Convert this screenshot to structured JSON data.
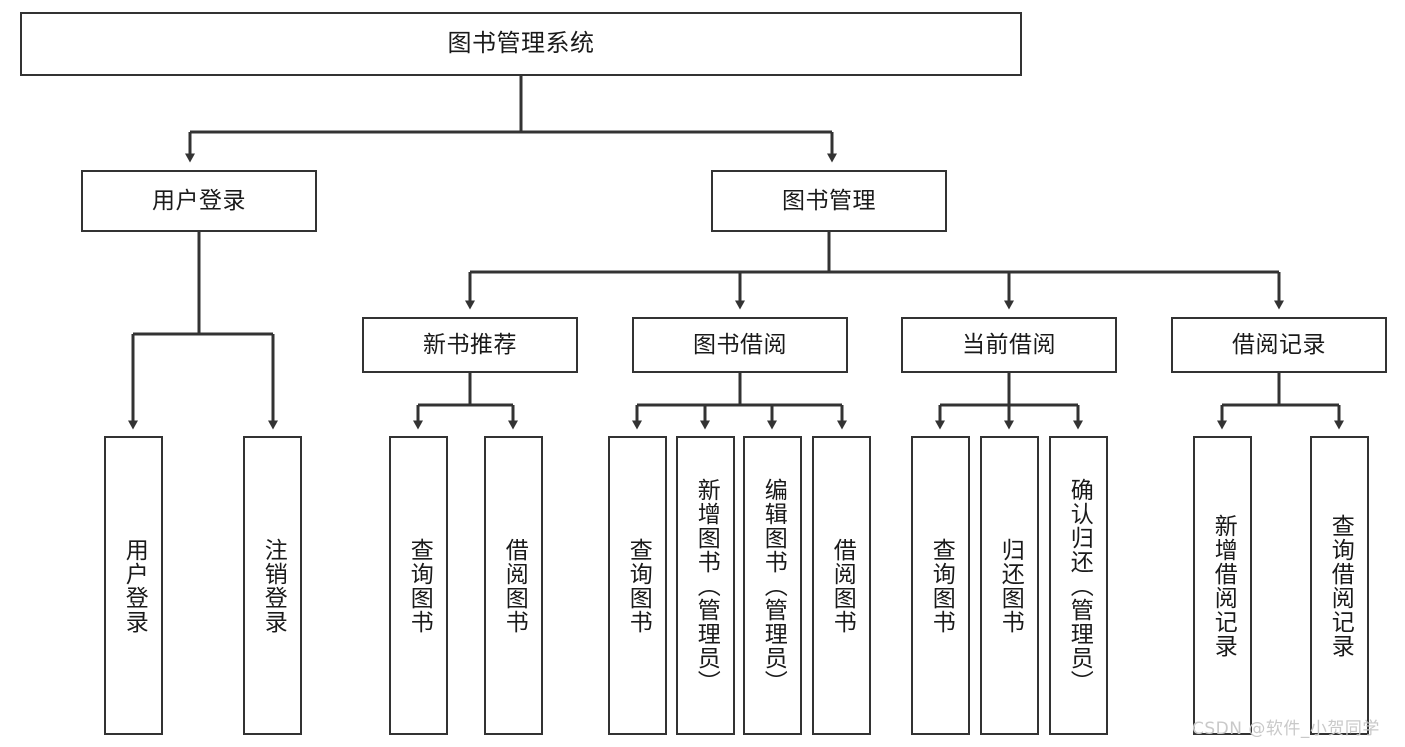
{
  "diagram": {
    "title": "图书管理系统",
    "type": "tree-hierarchy",
    "orientation": "top-down",
    "watermark": "CSDN @软件_小贺同学",
    "colors": {
      "box_border": "#333333",
      "box_fill": "#ffffff",
      "edge": "#333333",
      "text": "#1a1a1a",
      "watermark": "#c9c9c9",
      "background": "#ffffff"
    },
    "nodes": {
      "root": {
        "label": "图书管理系统"
      },
      "level2": [
        {
          "id": "user-login",
          "label": "用户登录"
        },
        {
          "id": "book-manage",
          "label": "图书管理"
        }
      ],
      "level3": [
        {
          "id": "new-book-recommend",
          "label": "新书推荐"
        },
        {
          "id": "book-borrow",
          "label": "图书借阅"
        },
        {
          "id": "current-borrow",
          "label": "当前借阅"
        },
        {
          "id": "borrow-record",
          "label": "借阅记录"
        }
      ],
      "leaves": {
        "user_login": [
          {
            "id": "leaf-user-login",
            "label": "用户登录"
          },
          {
            "id": "leaf-logout-login",
            "label": "注销登录"
          }
        ],
        "new_book_recommend": [
          {
            "id": "leaf-query-book-1",
            "label": "查询图书"
          },
          {
            "id": "leaf-borrow-book-1",
            "label": "借阅图书"
          }
        ],
        "book_borrow": [
          {
            "id": "leaf-query-book-2",
            "label": "查询图书"
          },
          {
            "id": "leaf-add-book",
            "label": "新增图书（管理员）"
          },
          {
            "id": "leaf-edit-book",
            "label": "编辑图书（管理员）"
          },
          {
            "id": "leaf-borrow-book-2",
            "label": "借阅图书"
          }
        ],
        "current_borrow": [
          {
            "id": "leaf-query-book-3",
            "label": "查询图书"
          },
          {
            "id": "leaf-return-book",
            "label": "归还图书"
          },
          {
            "id": "leaf-confirm-return",
            "label": "确认归还（管理员）"
          }
        ],
        "borrow_record": [
          {
            "id": "leaf-add-record",
            "label": "新增借阅记录"
          },
          {
            "id": "leaf-query-record",
            "label": "查询借阅记录"
          }
        ]
      }
    }
  }
}
